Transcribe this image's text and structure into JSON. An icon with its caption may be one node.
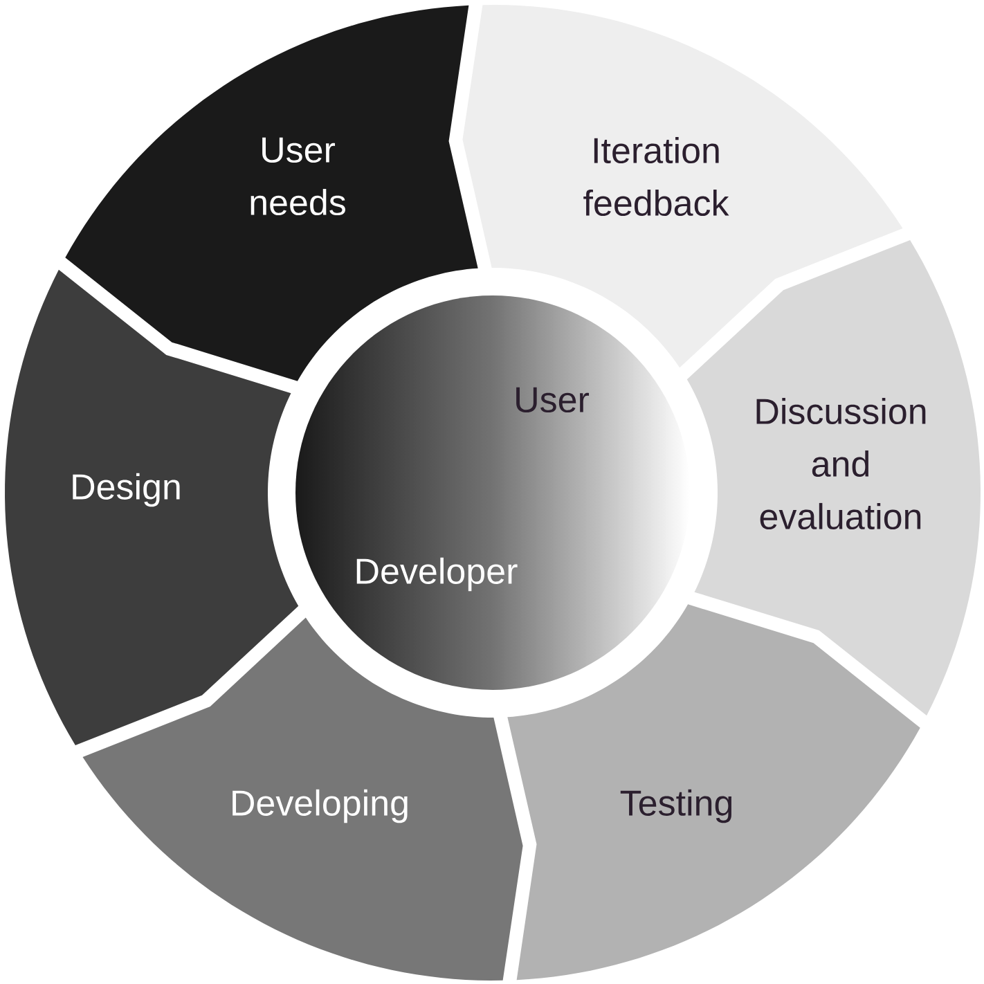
{
  "diagram": {
    "nodes": [
      {
        "text": [
          "User needs"
        ]
      },
      {
        "text": [
          "Iteration feedback"
        ]
      },
      {
        "text": [
          "Discussion and evaluation"
        ]
      },
      {
        "text": [
          "Testing"
        ]
      },
      {
        "text": [
          "Developing"
        ]
      },
      {
        "text": [
          "Design"
        ]
      },
      {
        "text": [
          "User",
          "Developer"
        ]
      }
    ],
    "edges": []
  }
}
